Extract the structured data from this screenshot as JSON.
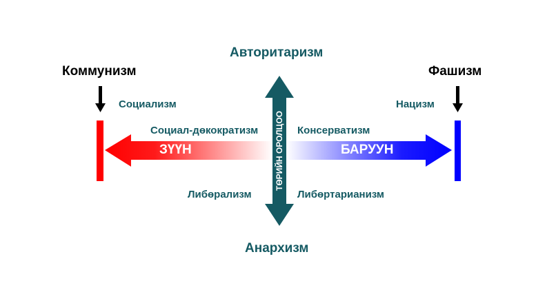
{
  "axis_vertical": {
    "top": "Авторитаризм",
    "bottom": "Анархизм",
    "label": "ТӨРИЙН ОРОЛЦОО"
  },
  "axis_horizontal": {
    "left": "ЗҮҮН",
    "right": "БАРУУН"
  },
  "extremes": {
    "left": "Коммунизм",
    "right": "Фашизм"
  },
  "ideologies": {
    "socialism": "Социализм",
    "nazism": "Нацизм",
    "social_democracy": "Социал-дөкократизм",
    "conservatism": "Консерватизм",
    "liberalism": "Либөрализм",
    "libertarianism": "Либөртарианизм"
  },
  "colors": {
    "teal": "#155a63",
    "left": "#ff0000",
    "right": "#0000ff"
  }
}
